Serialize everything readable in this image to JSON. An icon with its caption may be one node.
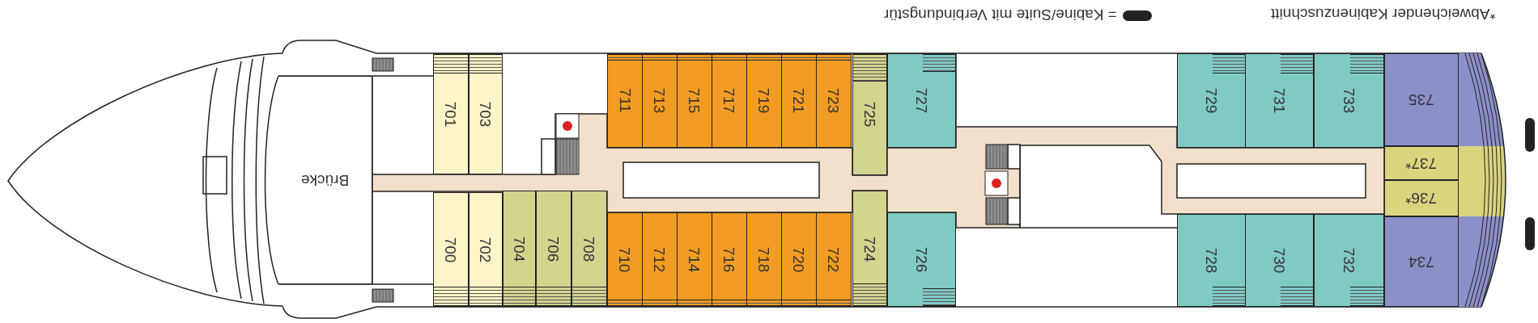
{
  "diagram": {
    "nodes": [
      {
        "text": [
          "Brücke"
        ]
      },
      {
        "text": [
          "701"
        ]
      },
      {
        "text": [
          "703"
        ]
      },
      {
        "text": [
          "700"
        ]
      },
      {
        "text": [
          "702"
        ]
      },
      {
        "text": [
          "704"
        ]
      },
      {
        "text": [
          "706"
        ]
      },
      {
        "text": [
          "708"
        ]
      },
      {
        "text": [
          "711"
        ]
      },
      {
        "text": [
          "713"
        ]
      },
      {
        "text": [
          "715"
        ]
      },
      {
        "text": [
          "717"
        ]
      },
      {
        "text": [
          "719"
        ]
      },
      {
        "text": [
          "721"
        ]
      },
      {
        "text": [
          "723"
        ]
      },
      {
        "text": [
          "710"
        ]
      },
      {
        "text": [
          "712"
        ]
      },
      {
        "text": [
          "714"
        ]
      },
      {
        "text": [
          "716"
        ]
      },
      {
        "text": [
          "718"
        ]
      },
      {
        "text": [
          "720"
        ]
      },
      {
        "text": [
          "722"
        ]
      },
      {
        "text": [
          "725"
        ]
      },
      {
        "text": [
          "724"
        ]
      },
      {
        "text": [
          "727"
        ]
      },
      {
        "text": [
          "726"
        ]
      },
      {
        "text": [
          "729"
        ]
      },
      {
        "text": [
          "731"
        ]
      },
      {
        "text": [
          "733"
        ]
      },
      {
        "text": [
          "728"
        ]
      },
      {
        "text": [
          "730"
        ]
      },
      {
        "text": [
          "732"
        ]
      },
      {
        "text": [
          "735"
        ]
      },
      {
        "text": [
          "737*"
        ]
      },
      {
        "text": [
          "736*"
        ]
      },
      {
        "text": [
          "734"
        ]
      }
    ],
    "labels": [
      "*Abweichender Kabinenzuschnitt"
    ],
    "legend": [
      {
        "text": "= Kabine/Suite mit Verbindungstür"
      }
    ]
  }
}
